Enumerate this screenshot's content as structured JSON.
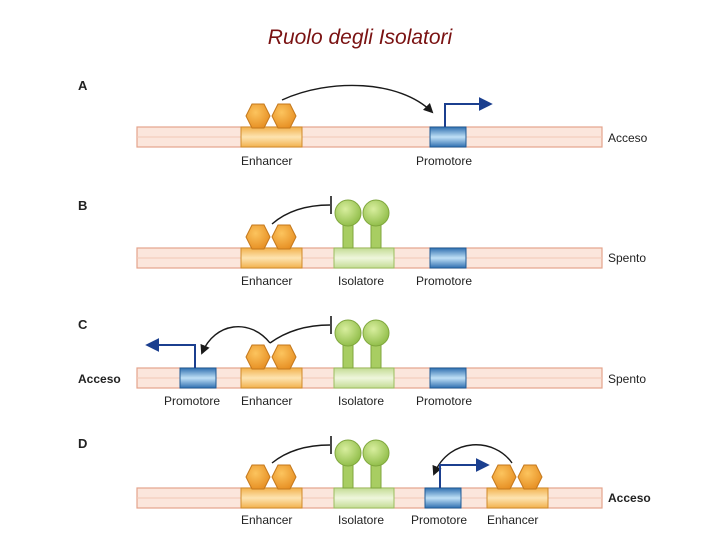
{
  "title": "Ruolo degli Isolatori",
  "colors": {
    "title": "#7a1212",
    "dna_fill": "#fbe6dc",
    "dna_line": "#e4a48c",
    "enhancer_block": "#f6c26e",
    "enhancer_protein": "#f2a43a",
    "insulator_block": "#d7e8b0",
    "insulator_protein": "#a8cd62",
    "promoter_block": "#4a8fc8",
    "arrow": "#1a1a1a",
    "transcription_arrow": "#1b3f8f"
  },
  "panels": [
    {
      "letter": "A",
      "right_state": "Acceso",
      "left_state": "",
      "labels": {
        "enhancer": "Enhancer",
        "promoter": "Promotore"
      }
    },
    {
      "letter": "B",
      "right_state": "Spento",
      "left_state": "",
      "labels": {
        "enhancer": "Enhancer",
        "insulator": "Isolatore",
        "promoter": "Promotore"
      }
    },
    {
      "letter": "C",
      "right_state": "Spento",
      "left_state": "Acceso",
      "labels": {
        "promoter_left": "Promotore",
        "enhancer": "Enhancer",
        "insulator": "Isolatore",
        "promoter": "Promotore"
      }
    },
    {
      "letter": "D",
      "right_state": "Acceso",
      "left_state": "",
      "labels": {
        "enhancer": "Enhancer",
        "insulator": "Isolatore",
        "promoter": "Promotore",
        "enhancer_right": "Enhancer"
      }
    }
  ]
}
